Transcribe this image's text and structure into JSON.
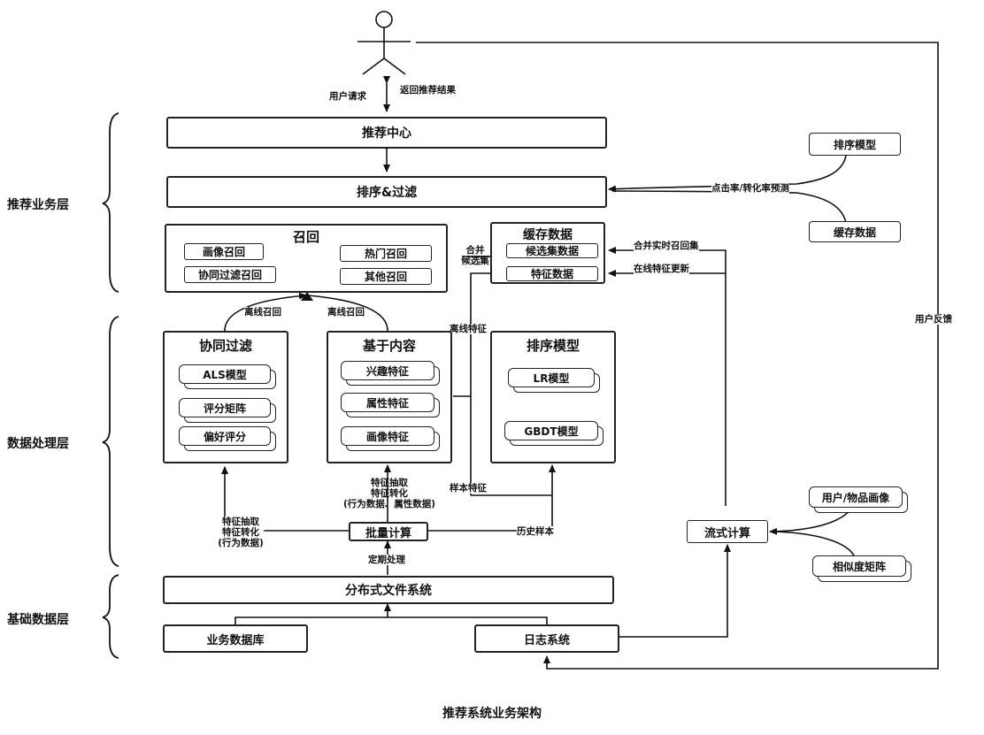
{
  "layers": {
    "business": "推荐业务层",
    "data_processing": "数据处理层",
    "base_data": "基础数据层"
  },
  "user_edges": {
    "request": "用户请求",
    "return_results": "返回推荐结果",
    "feedback": "用户反馈"
  },
  "recommend_center": "推荐中心",
  "sort_filter": "排序&过滤",
  "ctr_label": "点击率/转化率预测",
  "right_side": {
    "sort_model": "排序模型",
    "cache_data": "缓存数据",
    "user_item_profile": "用户/物品画像",
    "similarity_matrix": "相似度矩阵"
  },
  "recall": {
    "title": "召回",
    "items": [
      "画像召回",
      "热门召回",
      "协同过滤召回",
      "其他召回"
    ]
  },
  "cache": {
    "title": "缓存数据",
    "candidates": "候选集数据",
    "features": "特征数据",
    "merge_label": "合并\n候选集",
    "merge_realtime": "合并实时召回集",
    "online_feature_update": "在线特征更新"
  },
  "cf": {
    "title": "协同过滤",
    "items": [
      "ALS模型",
      "评分矩阵",
      "偏好评分"
    ]
  },
  "content": {
    "title": "基于内容",
    "items": [
      "兴趣特征",
      "属性特征",
      "画像特征"
    ]
  },
  "ranking": {
    "title": "排序模型",
    "items": [
      "LR模型",
      "GBDT模型"
    ]
  },
  "edges": {
    "offline_recall_1": "离线召回",
    "offline_recall_2": "离线召回",
    "offline_features": "离线特征",
    "sample_features": "样本特征",
    "feat_extract_center": "特征抽取\n特征转化\n(行为数据、属性数据)",
    "feat_extract_left": "特征抽取\n特征转化\n(行为数据)",
    "history_samples": "历史样本",
    "periodic": "定期处理"
  },
  "batch": "批量计算",
  "stream": "流式计算",
  "dfs": "分布式文件系统",
  "business_db": "业务数据库",
  "log_system": "日志系统",
  "caption": "推荐系统业务架构"
}
